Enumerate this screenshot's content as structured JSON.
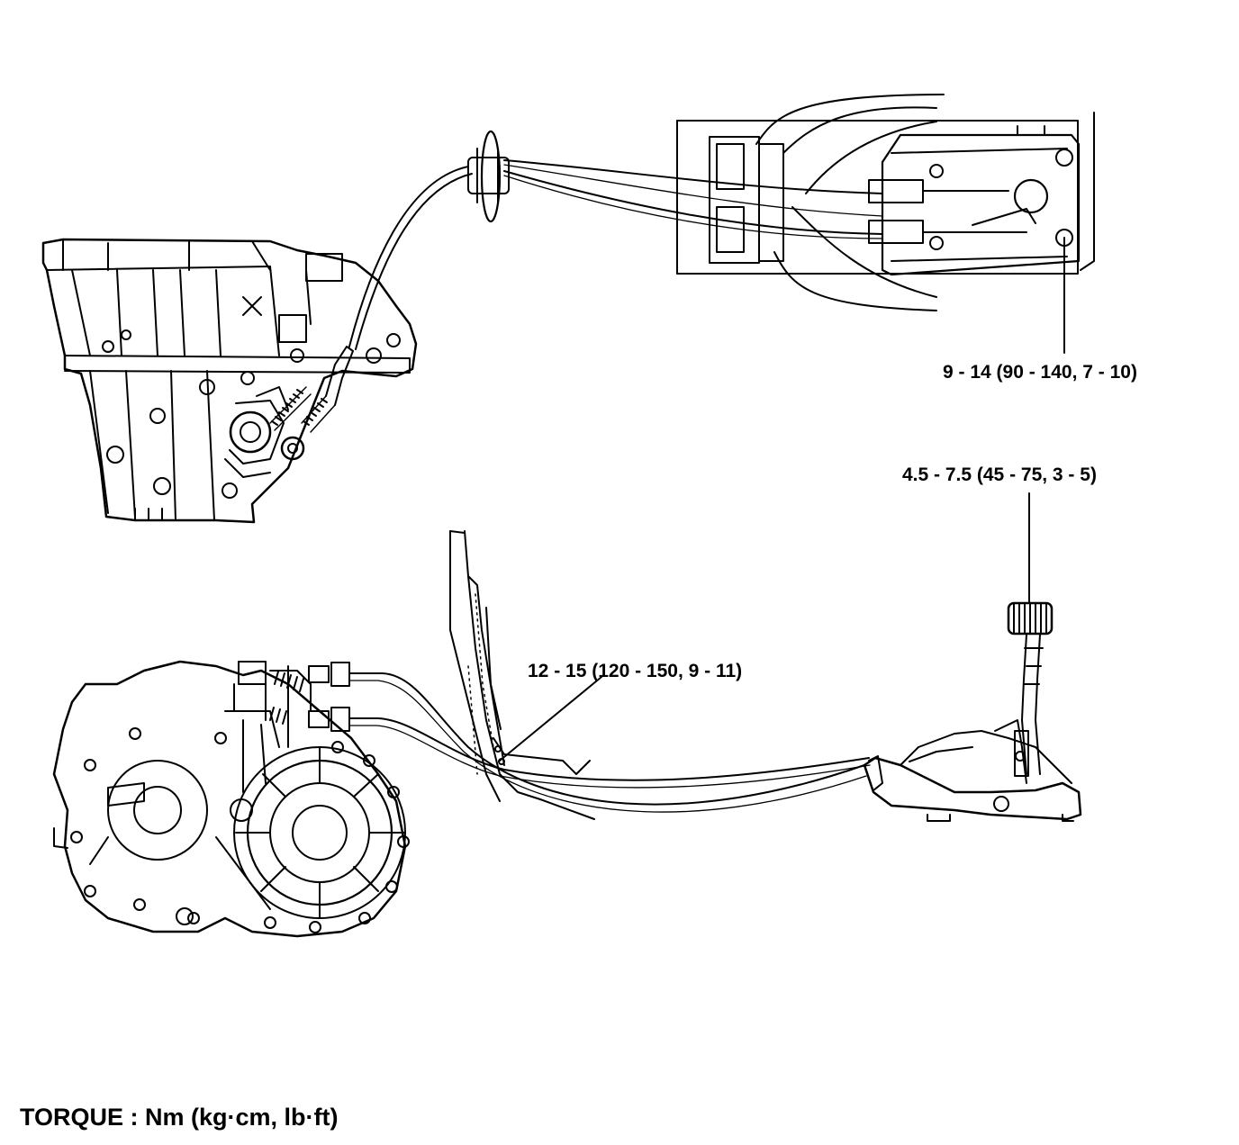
{
  "labels": {
    "console_bolt_torque": "9  - 14 (90 - 140, 7 - 10)",
    "shift_lever_torque": "4.5  -  7.5 (45 - 75, 3 - 5)",
    "bracket_bolt_torque": "12  - 15 (120 - 150, 9 - 11)"
  },
  "footer": {
    "torque_units": "TORQUE : Nm (kg·cm, lb·ft)"
  }
}
